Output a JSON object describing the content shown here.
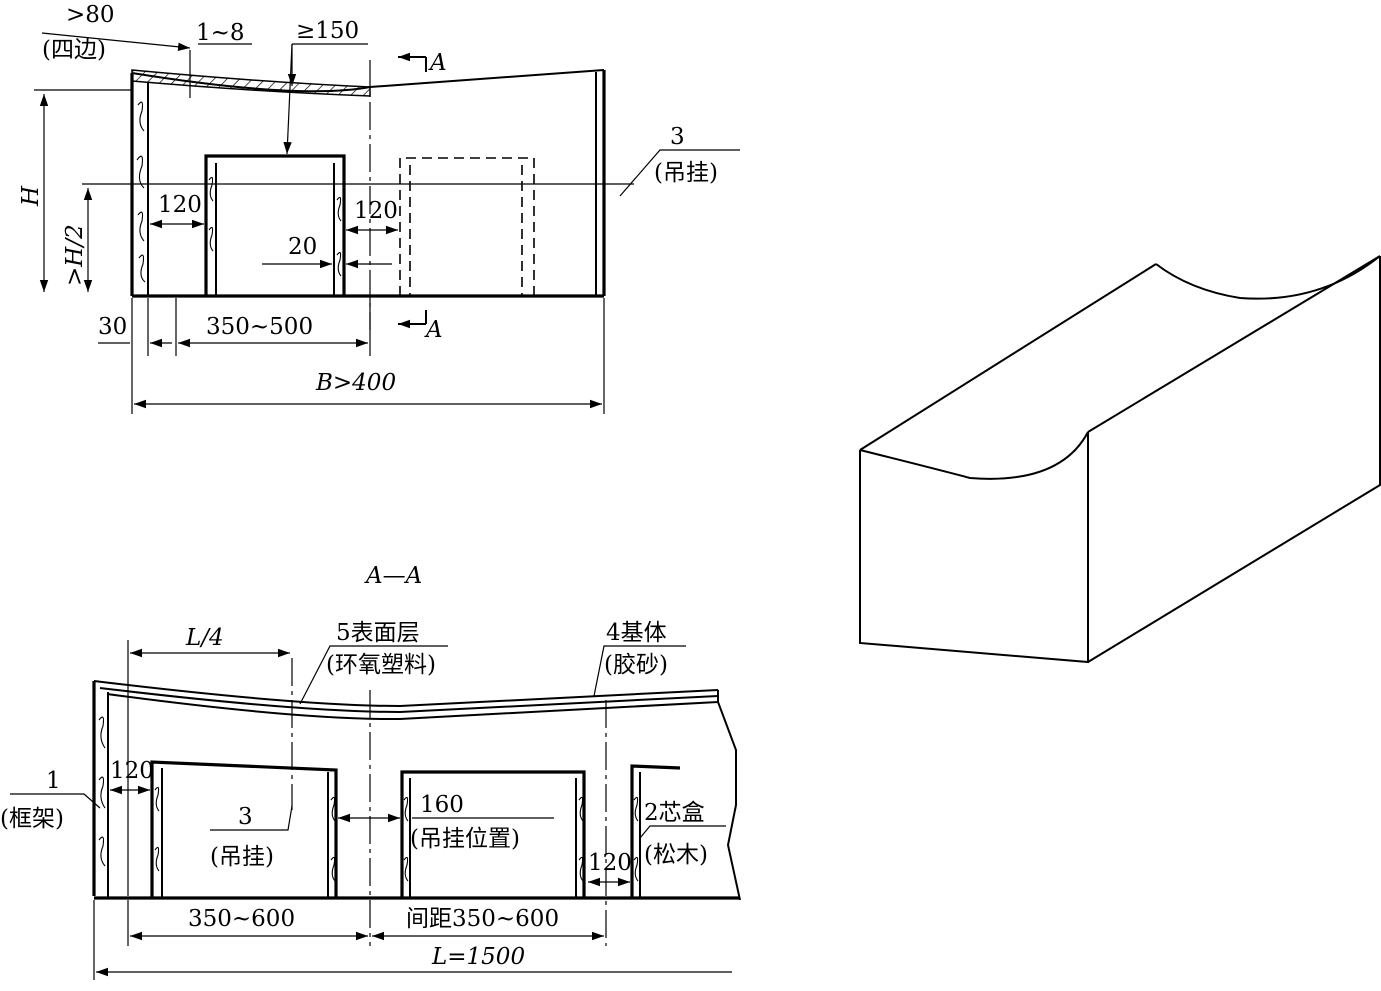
{
  "top_view": {
    "dim_edge": ">80",
    "dim_edge_note": "(四边)",
    "dim_coat": "1~8",
    "dim_top": "≥150",
    "section_mark": "A",
    "callout_hanger_num": "3",
    "callout_hanger_text": "(吊挂)",
    "dim_height": "H",
    "dim_half_height": ">H/2",
    "dim_gap_left": "120",
    "dim_gap_right": "120",
    "dim_wall": "20",
    "dim_frame": "30",
    "dim_box_width": "350~500",
    "dim_total_width": "B>400"
  },
  "section_view": {
    "title": "A—A",
    "dim_quarter_length": "L/4",
    "callout_surface_num": "5表面层",
    "callout_surface_text": "(环氧塑料)",
    "callout_base_num": "4基体",
    "callout_base_text": "(胶砂)",
    "callout_frame_num": "1",
    "callout_frame_text": "(框架)",
    "dim_gap_left": "120",
    "callout_hanger_num": "3",
    "callout_hanger_text": "(吊挂)",
    "callout_hang_pos_num": "160",
    "callout_hang_pos_text": "(吊挂位置)",
    "callout_core_num": "2芯盒",
    "callout_core_text": "(松木)",
    "dim_gap_right": "120",
    "dim_length_part": "350~600",
    "dim_spacing": "间距350~600",
    "dim_total_length": "L=1500"
  }
}
